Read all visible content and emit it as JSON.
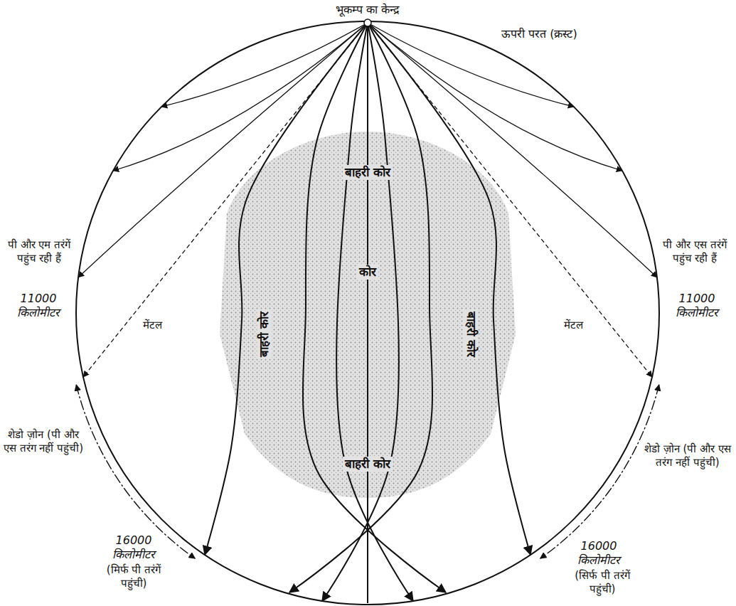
{
  "diagram": {
    "labels": [
      "भूकम्प का केन्द्र",
      "ऊपरी परत (क्रस्ट)",
      "बाहरी कोर",
      "बाहरी कोर",
      "कोर",
      "बाहरी कोर",
      "बाहरी कोर",
      "पी और एम तरंगें पहुंच रही हैं",
      "11000 किलोमीटर",
      "मेंटल",
      "पी और एस तरंगें पहुंच रही हैं",
      "11000 किलोमीटर",
      "मेंटल",
      "शेडो ज़ोन (पी और एस तरंग नहीं पहुंची)",
      "शेडो ज़ोन (पी और एस तरंग नहीं पहुंची)",
      "16000 किलोमीटर",
      "(मिर्फ पी तरंगें पहुंची)",
      "16000 किलोमीटर",
      "(सिर्फ पी तरंगें पहुंची)"
    ]
  }
}
